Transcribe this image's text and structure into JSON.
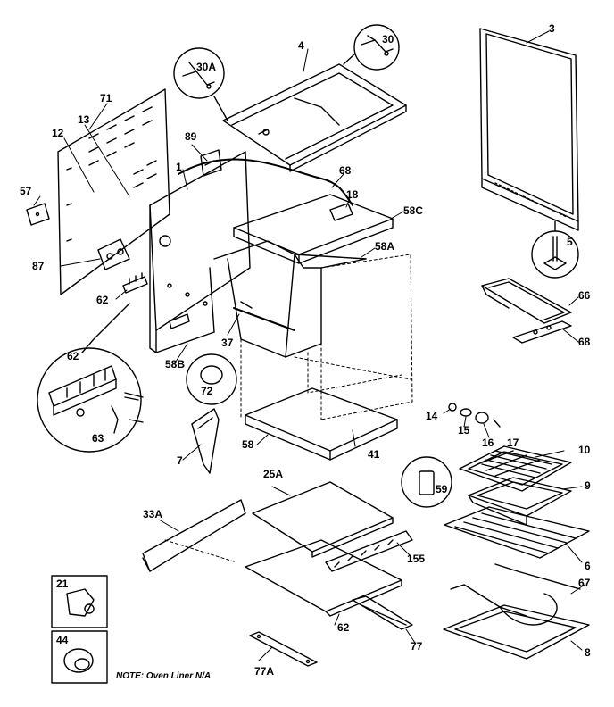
{
  "labels": {
    "p3": "3",
    "p4": "4",
    "p30": "30",
    "p30a": "30A",
    "p71": "71",
    "p12": "12",
    "p13": "13",
    "p89": "89",
    "p1": "1",
    "p68a": "68",
    "p18": "18",
    "p58c": "58C",
    "p57": "57",
    "p5": "5",
    "p58a": "58A",
    "p87": "87",
    "p66": "66",
    "p62a": "62",
    "p68b": "68",
    "p37": "37",
    "p62b": "62",
    "p58b": "58B",
    "p72": "72",
    "p14": "14",
    "p15": "15",
    "p16": "16",
    "p17": "17",
    "p63": "63",
    "p10": "10",
    "p58": "58",
    "p41": "41",
    "p7": "7",
    "p59": "59",
    "p9": "9",
    "p25a": "25A",
    "p33a": "33A",
    "p155": "155",
    "p6": "6",
    "p67": "67",
    "p21": "21",
    "p62c": "62",
    "p77": "77",
    "p8": "8",
    "p44": "44",
    "p77a": "77A"
  },
  "note": "NOTE:  Oven Liner N/A"
}
